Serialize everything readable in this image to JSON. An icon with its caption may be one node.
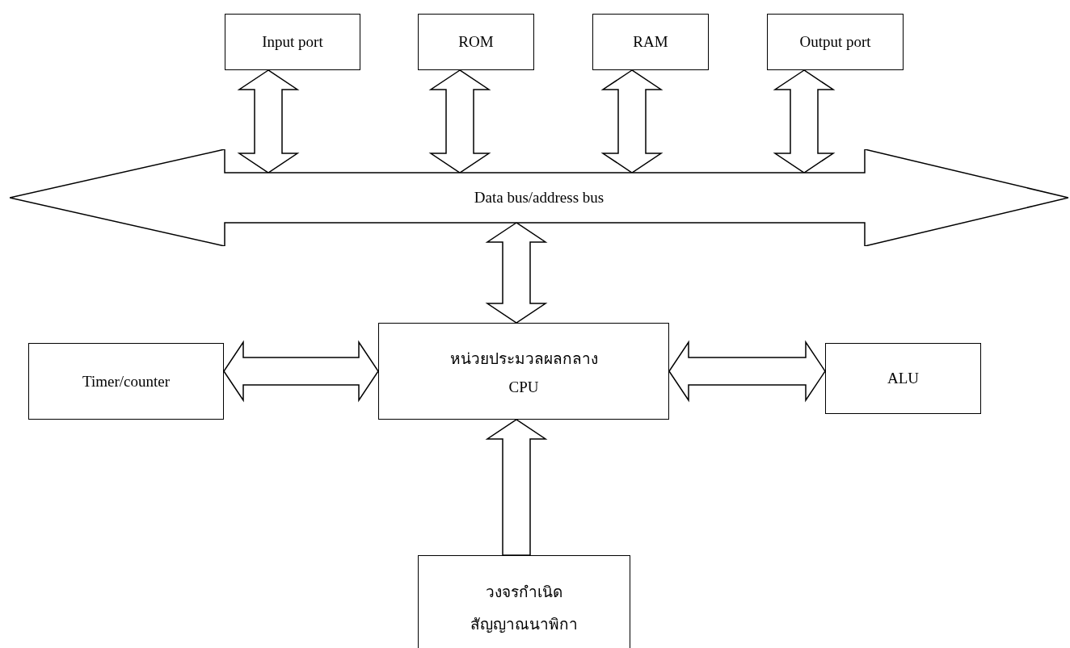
{
  "diagram": {
    "nodes": [
      {
        "text": [
          "Input port"
        ]
      },
      {
        "text": [
          "ROM"
        ]
      },
      {
        "text": [
          "RAM"
        ]
      },
      {
        "text": [
          "Output port"
        ]
      },
      {
        "text": [
          "Data bus/address bus"
        ]
      },
      {
        "text": [
          "หน่วยประมวลผลกลาง",
          "CPU"
        ]
      },
      {
        "text": [
          "Timer/counter"
        ]
      },
      {
        "text": [
          "ALU"
        ]
      },
      {
        "text": [
          "วงจรกำเนิด",
          "สัญญาณนาพิกา"
        ]
      }
    ],
    "edges": [
      {
        "from": 0,
        "to": 4,
        "arrow": "both"
      },
      {
        "from": 1,
        "to": 4,
        "arrow": "both"
      },
      {
        "from": 2,
        "to": 4,
        "arrow": "both"
      },
      {
        "from": 3,
        "to": 4,
        "arrow": "both"
      },
      {
        "from": 4,
        "to": 5,
        "arrow": "both"
      },
      {
        "from": 6,
        "to": 5,
        "arrow": "both"
      },
      {
        "from": 5,
        "to": 7,
        "arrow": "both"
      },
      {
        "from": 8,
        "to": 5,
        "arrow": "to"
      }
    ]
  }
}
